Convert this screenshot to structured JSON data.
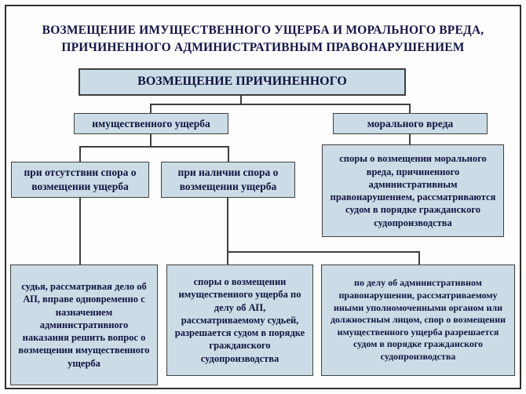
{
  "title": {
    "line1": "ВОЗМЕЩЕНИЕ ИМУЩЕСТВЕННОГО УЩЕРБА И МОРАЛЬНОГО ВРЕДА,",
    "line2": "ПРИЧИНЕННОГО АДМИНИСТРАТИВНЫМ ПРАВОНАРУШЕНИЕМ"
  },
  "diagram": {
    "root": "ВОЗМЕЩЕНИЕ ПРИЧИНЕННОГО",
    "branch_property": "имущественного ущерба",
    "branch_moral": "морального вреда",
    "moral_disputes": "споры о возмещении морального вреда, причиненного административным правонарушением, рассматриваются судом в порядке гражданского судопроизводства",
    "no_dispute": "при отсутствии спора о возмещении ущерба",
    "with_dispute": "при наличии спора о возмещении ущерба",
    "judge_resolves": "судья, рассматривая дело об АП, вправе одновременно с назначением административного наказания решить вопрос о возмещении имущественного ущерба",
    "dispute_court": "споры о возмещении имущественного ущерба по делу об АП, рассматриваемому судьей, разрешается судом в порядке гражданского судопроизводства",
    "other_authority": "по делу об административном правонарушении, рассматриваемому иными уполномоченными органом или должностным лицом, спор о возмещении имущественного ущерба разрешается судом в порядке гражданского судопроизводства"
  },
  "colors": {
    "background": "#fdfdfd",
    "box_fill": "#cbdce6",
    "box_border": "#3f3f3f",
    "text": "#12123f",
    "connector": "#3f3f3f"
  }
}
